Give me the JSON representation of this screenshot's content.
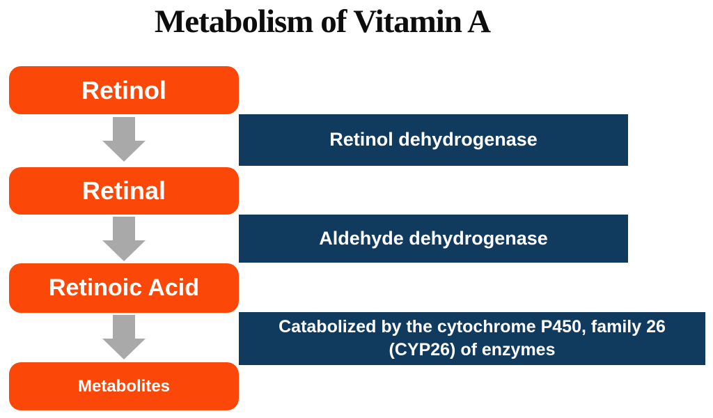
{
  "title": "Metabolism of Vitamin A",
  "colors": {
    "orange": "#fb4708",
    "navy": "#113a5f",
    "arrow_gray": "#a9a9a9",
    "text_white": "#ffffff",
    "title_black": "#0d0d0d"
  },
  "flow": {
    "stages": [
      {
        "label": "Retinol"
      },
      {
        "label": "Retinal"
      },
      {
        "label": "Retinoic Acid"
      },
      {
        "label": "Metabolites"
      }
    ],
    "enzymes": [
      {
        "label": "Retinol dehydrogenase"
      },
      {
        "label": "Aldehyde dehydrogenase"
      },
      {
        "label": "Catabolized by the cytochrome P450, family 26 (CYP26) of enzymes"
      }
    ]
  }
}
